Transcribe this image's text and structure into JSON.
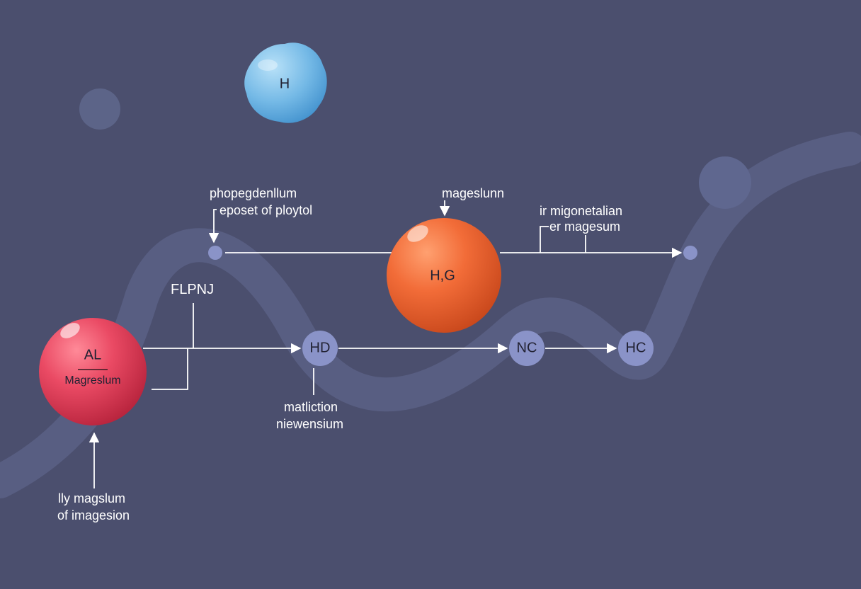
{
  "nodes": {
    "h": "H",
    "al": "AL",
    "magnesium": "Magreslum",
    "hg": "H,G",
    "hd": "HD",
    "nc": "NC",
    "hc": "HC"
  },
  "labels": {
    "top_left_1": "phopegdenllum",
    "top_left_2": "eposet of ploytol",
    "top_center": "mageslunn",
    "top_right_1": "ir migonetalian",
    "top_right_2": "er magesum",
    "flpnj": "FLPNJ",
    "mid_1": "matliction",
    "mid_2": "niewensium",
    "bottom_left_1": "lly magslum",
    "bottom_left_2": "of imagesion"
  },
  "colors": {
    "background": "#4b4f6e",
    "red_atom": "#e8425e",
    "orange_atom": "#f06a36",
    "blue_blob": "#6fb6e4",
    "small_node": "#8a93c8",
    "lines": "#ffffff"
  }
}
